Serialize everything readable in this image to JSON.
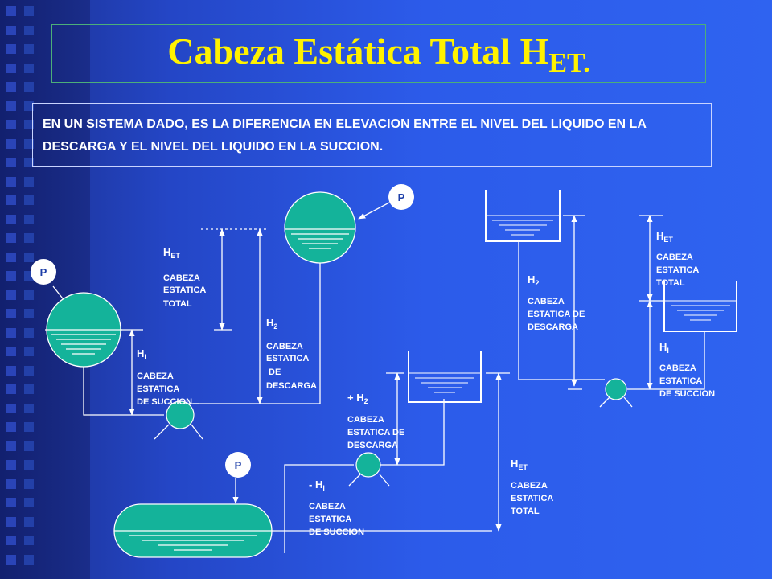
{
  "title": {
    "main": "Cabeza Estática Total  H",
    "sub": "ET."
  },
  "definition": "EN UN SISTEMA DADO, ES LA DIFERENCIA EN ELEVACION ENTRE EL NIVEL DEL LIQUIDO EN LA DESCARGA Y EL NIVEL  DEL LIQUIDO EN LA SUCCION.",
  "colors": {
    "title": "#fff200",
    "vessel": "#14b39a",
    "background": "#2c5bea"
  },
  "icons": {
    "pump": "pump-icon",
    "vessel": "tank-icon",
    "pressure": "pressure-gauge-icon"
  },
  "diagram1": {
    "pressure_left": "P",
    "pressure_top": "P",
    "het": {
      "main": "H",
      "sub": "ET"
    },
    "het_desc": [
      "CABEZA",
      "ESTATICA",
      "TOTAL"
    ],
    "h2": {
      "main": "H",
      "sub": "2"
    },
    "h2_desc": [
      "CABEZA",
      "ESTATICA",
      " DE",
      "DESCARGA"
    ],
    "hl": {
      "main": "H",
      "sub": "l"
    },
    "hl_desc": [
      "CABEZA",
      "ESTATICA",
      "DE SUCCION"
    ]
  },
  "diagram2": {
    "pressure": "P",
    "h2": {
      "main": "+ H",
      "sub": "2"
    },
    "h2_desc": [
      "CABEZA",
      "ESTATICA DE",
      "DESCARGA"
    ],
    "hl": {
      "main": "- H",
      "sub": "l"
    },
    "hl_desc": [
      "CABEZA",
      "ESTATICA",
      "DE SUCCION"
    ],
    "het": {
      "main": "H",
      "sub": "ET"
    },
    "het_desc": [
      "CABEZA",
      "ESTATICA",
      "TOTAL"
    ]
  },
  "diagram3": {
    "h2": {
      "main": "H",
      "sub": "2"
    },
    "h2_desc": [
      "CABEZA",
      "ESTATICA DE",
      "DESCARGA"
    ],
    "het": {
      "main": "H",
      "sub": "ET"
    },
    "het_desc": [
      "CABEZA",
      "ESTATICA",
      "TOTAL"
    ],
    "hl": {
      "main": "H",
      "sub": "l"
    },
    "hl_desc": [
      "CABEZA",
      "ESTATICA",
      "DE SUCCION"
    ]
  }
}
